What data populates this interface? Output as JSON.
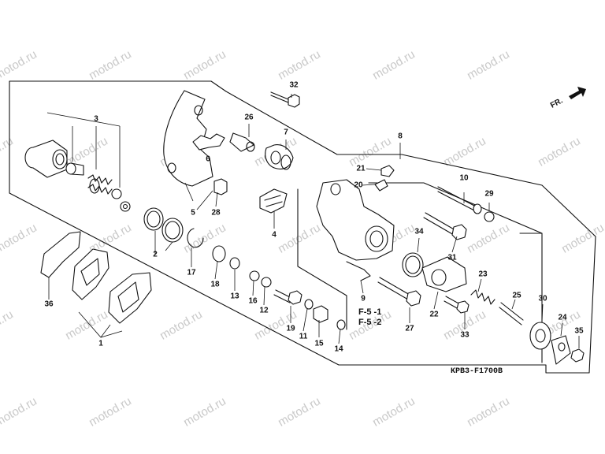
{
  "watermark": "motod.ru",
  "direction_label": "FR.",
  "diagram_code": "KPB3-F1700B",
  "references": [
    "F-5 -1",
    "F-5 -2"
  ],
  "callouts": [
    "1",
    "2",
    "3",
    "4",
    "5",
    "6",
    "7",
    "8",
    "9",
    "10",
    "11",
    "12",
    "13",
    "14",
    "15",
    "16",
    "17",
    "18",
    "19",
    "20",
    "21",
    "22",
    "23",
    "24",
    "25",
    "26",
    "27",
    "28",
    "29",
    "30",
    "31",
    "32",
    "33",
    "34",
    "35",
    "36"
  ],
  "colors": {
    "ink": "#111111",
    "watermark": "#c9c9c9",
    "background": "#ffffff"
  }
}
